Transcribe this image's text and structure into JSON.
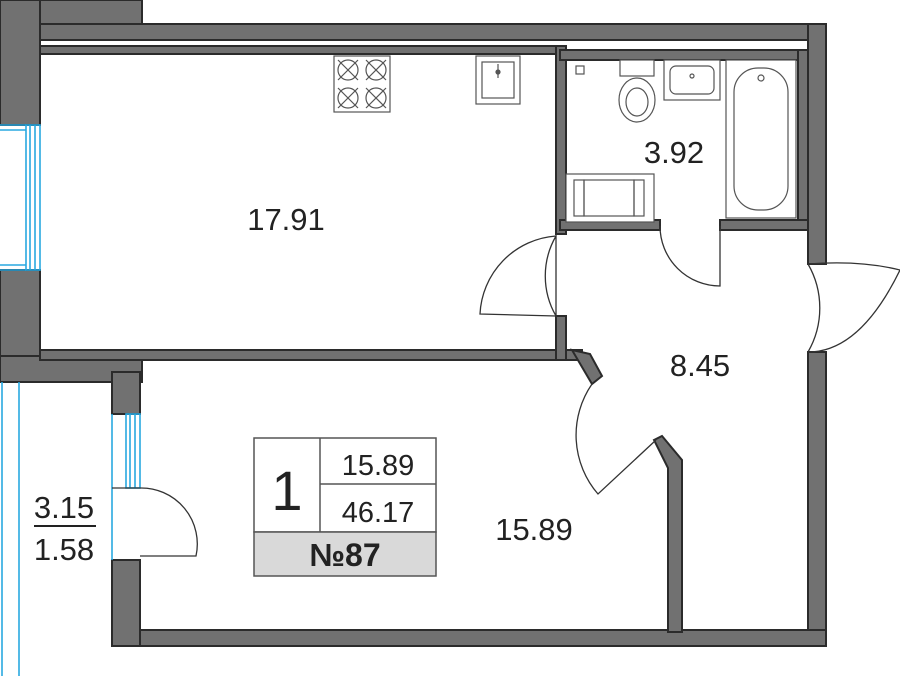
{
  "rooms": {
    "kitchen_living": "17.91",
    "bathroom": "3.92",
    "hallway": "8.45",
    "bedroom": "15.89",
    "balcony_total": "3.15",
    "balcony_reduced": "1.58"
  },
  "info": {
    "room_count": "1",
    "living_area": "15.89",
    "total_area": "46.17",
    "apartment_number": "№87"
  },
  "colors": {
    "wall": "#717171",
    "wall_outline": "#2b2b2b",
    "window": "#29a8e0",
    "number_bg": "#d9d9d9"
  }
}
